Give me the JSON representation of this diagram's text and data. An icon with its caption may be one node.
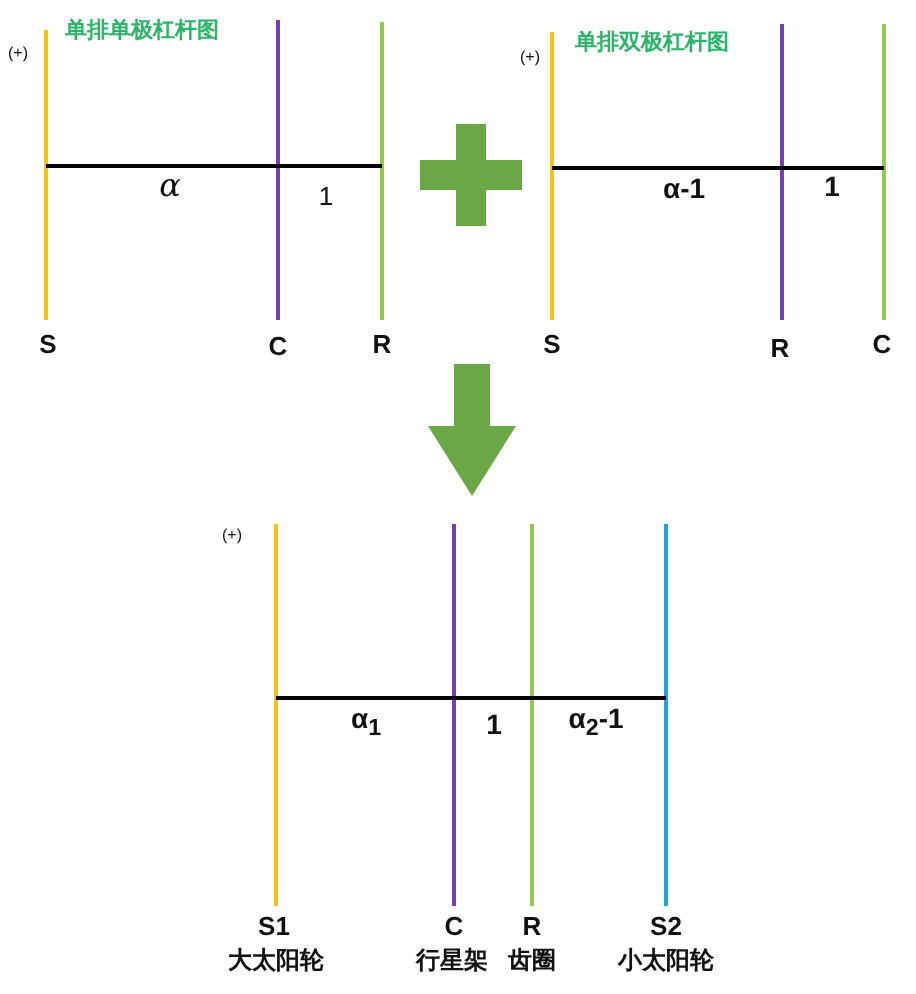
{
  "diagram": {
    "labels": [
      "单排单极杠杆图",
      "(+)",
      "α",
      "1",
      "S",
      "C",
      "R",
      "单排双极杠杆图",
      "(+)",
      "α-1",
      "1",
      "S",
      "R",
      "C",
      "(+)",
      "α$_{1}$",
      "1",
      "α$_{2}$-1",
      "S1",
      "C",
      "R",
      "S2",
      "大太阳轮",
      "行星架",
      "齿圈",
      "小太阳轮"
    ]
  }
}
